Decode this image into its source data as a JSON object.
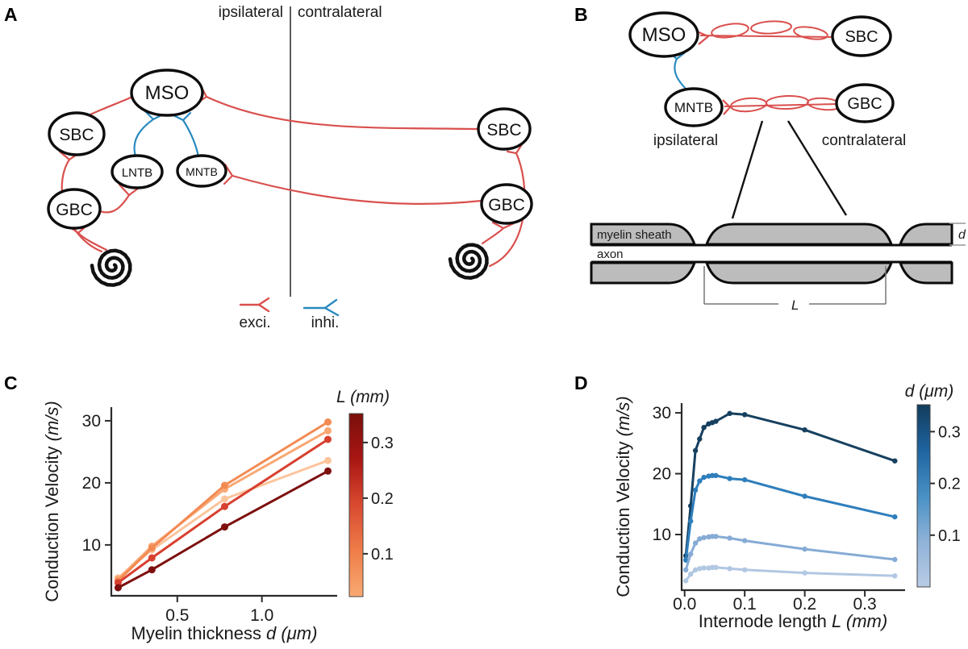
{
  "figure": {
    "panel_labels": {
      "a": "A",
      "b": "B",
      "c": "C",
      "d": "D"
    },
    "panelA": {
      "left_header": "ipsilateral",
      "right_header": "contralateral",
      "nodes": {
        "mso": "MSO",
        "sbc_left": "SBC",
        "lntb": "LNTB",
        "mntb": "MNTB",
        "gbc_left": "GBC",
        "sbc_right": "SBC",
        "gbc_right": "GBC"
      },
      "legend": {
        "excitatory": "exci.",
        "inhibitory": "inhi."
      },
      "colors": {
        "excitatory": "#d9504e",
        "inhibitory": "#2a8ac1"
      }
    },
    "panelB": {
      "nodes": {
        "mso": "MSO",
        "sbc": "SBC",
        "mntb": "MNTB",
        "gbc": "GBC"
      },
      "left_label": "ipsilateral",
      "right_label": "contralateral",
      "myelin_label": "myelin sheath",
      "axon_label": "axon",
      "d_label": "d",
      "L_label": "L",
      "myelin_fill": "#bcbcbc"
    }
  },
  "chart_data": [
    {
      "id": "chartC",
      "type": "line",
      "title": "",
      "xlabel": "Myelin thickness",
      "xlabel_unit": " d (μm)",
      "ylabel": "Conduction Velocity",
      "ylabel_unit": " (m/s)",
      "x": [
        0.15,
        0.35,
        0.78,
        1.39
      ],
      "series": [
        {
          "name": "L = 0.025 mm",
          "color": "#fcc49c",
          "values": [
            4.7,
            9.2,
            17.4,
            23.6
          ]
        },
        {
          "name": "L = 0.05 mm",
          "color": "#f9a874",
          "values": [
            4.5,
            9.8,
            19.0,
            28.4
          ]
        },
        {
          "name": "L = 0.1 mm",
          "color": "#f28b53",
          "values": [
            4.2,
            9.5,
            19.6,
            29.8
          ]
        },
        {
          "name": "L = 0.2 mm",
          "color": "#d8402f",
          "values": [
            3.9,
            7.9,
            16.2,
            27.0
          ]
        },
        {
          "name": "L = 0.35 mm",
          "color": "#7d100e",
          "values": [
            3.1,
            6.0,
            12.9,
            21.9
          ]
        }
      ],
      "xticks": [
        0.5,
        1.0
      ],
      "xtick_labels": [
        "0.5",
        "1.0"
      ],
      "yticks": [
        10,
        20,
        30
      ],
      "ytick_labels": [
        "10",
        "20",
        "30"
      ],
      "xlim": [
        0.11,
        1.445
      ],
      "ylim": [
        1.8,
        32.2
      ],
      "grid": false,
      "legend_position": "colorbar-right",
      "colorbar": {
        "title": "L (mm)",
        "ticks": [
          0.1,
          0.2,
          0.3
        ],
        "tick_labels": [
          "0.1",
          "0.2",
          "0.3"
        ],
        "range": [
          0.023,
          0.352
        ],
        "colors": [
          "#f9aa72",
          "#ef7d49",
          "#d94a31",
          "#a91613",
          "#7a0f0c"
        ]
      }
    },
    {
      "id": "chartD",
      "type": "line",
      "title": "",
      "xlabel": "Internode length",
      "xlabel_unit": " L (mm)",
      "ylabel": "Conduction Velocity",
      "ylabel_unit": " (m/s)",
      "x": [
        0.002,
        0.01,
        0.018,
        0.025,
        0.032,
        0.04,
        0.046,
        0.052,
        0.075,
        0.1,
        0.2,
        0.35
      ],
      "series": [
        {
          "name": "d = 0.35 μm",
          "color": "#16405f",
          "values": [
            6.5,
            14.7,
            23.8,
            25.7,
            27.6,
            28.2,
            28.4,
            28.6,
            29.9,
            29.7,
            27.2,
            22.1
          ]
        },
        {
          "name": "d = 0.2 μm",
          "color": "#2e7ebc",
          "values": [
            5.8,
            12.2,
            17.3,
            18.8,
            19.4,
            19.6,
            19.7,
            19.7,
            19.2,
            19.0,
            16.3,
            12.9
          ]
        },
        {
          "name": "d = 0.1 μm",
          "color": "#86abd5",
          "values": [
            4.2,
            6.8,
            8.6,
            9.3,
            9.5,
            9.6,
            9.7,
            9.7,
            9.4,
            9.0,
            7.6,
            5.9
          ]
        },
        {
          "name": "d = 0.05 μm",
          "color": "#b1c7e2",
          "values": [
            2.4,
            3.5,
            4.2,
            4.4,
            4.5,
            4.5,
            4.6,
            4.6,
            4.4,
            4.2,
            3.7,
            3.2
          ]
        }
      ],
      "xticks": [
        0.0,
        0.1,
        0.2,
        0.3
      ],
      "xtick_labels": [
        "0.0",
        "0.1",
        "0.2",
        "0.3"
      ],
      "yticks": [
        10,
        20,
        30
      ],
      "ytick_labels": [
        "10",
        "20",
        "30"
      ],
      "xlim": [
        -0.005,
        0.367
      ],
      "ylim": [
        0.86,
        31.6
      ],
      "grid": false,
      "legend_position": "colorbar-right",
      "colorbar": {
        "title": "d (μm)",
        "ticks": [
          0.1,
          0.2,
          0.3
        ],
        "tick_labels": [
          "0.1",
          "0.2",
          "0.3"
        ],
        "range": [
          0.0,
          0.352
        ],
        "colors": [
          "#b9cce5",
          "#8fb2d8",
          "#4890c4",
          "#1f64a0",
          "#123c5c"
        ]
      }
    }
  ]
}
